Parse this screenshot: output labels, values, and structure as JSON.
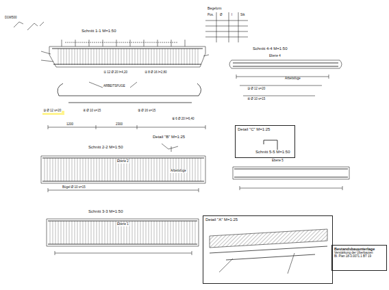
{
  "diagram": {
    "nodes": [
      {
        "text": [
          "Bestandsbauunterlage",
          "Verstärkung der Überbauten",
          "Bl. Plan 18-3.0071.1 BT 19"
        ]
      },
      {
        "text": [
          "Detail \"C\" M=1:25"
        ]
      },
      {
        "text": [
          "Detail \"A\" M=1:25"
        ]
      },
      {
        "text": [
          "Biegeform"
        ]
      }
    ],
    "labels": [
      "Schnitt 1-1 M=1:50",
      "ARBEITSFUGE",
      "Schnitt 2-2 M=1:50",
      "Schnitt 3-3 M=1:50",
      "Schnitt 4-4 M=1:50",
      "Schnitt 5-5 M=1:50",
      "Detail \"B\" M=1:25",
      "Ebene 1",
      "Ebene 2",
      "Ebene 4",
      "Ebene 5",
      "Arbeitsfuge",
      "1200",
      "2300",
      "D1W500",
      "① 12 Ø 20 l=4,20",
      "② 8 Ø 16 l=2,80",
      "③ Ø 12 s=20",
      "④ Ø 10 s=15",
      "⑤ Ø 16 s=15",
      "⑥ 6 Ø 20 l=6,40",
      "Pos.",
      "Ø",
      "l",
      "Stk",
      "Bügel Ø 10 s=15",
      "Arbeitsfuge",
      "③ Ø 12 s=20",
      "④ Ø 10 s=15"
    ]
  }
}
